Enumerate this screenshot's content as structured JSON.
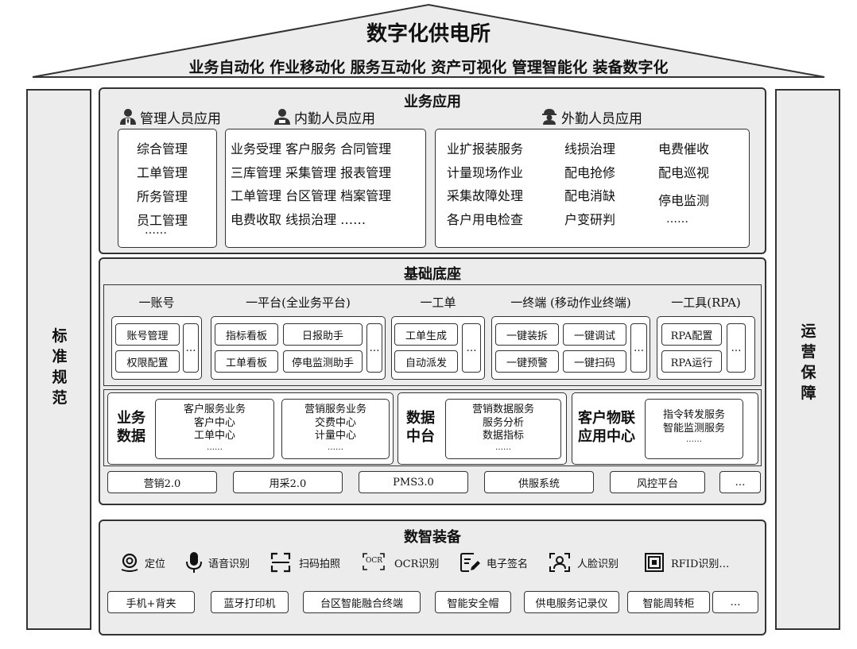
{
  "title": "数字化供电所",
  "subtitle": "业务自动化 作业移动化 服务互动化 资产可视化 管理智能化 装备数字化",
  "left_pillar": "标准规范",
  "right_pillar": "运营保障",
  "business": {
    "title": "业务应用",
    "manager": {
      "title": "管理人员应用",
      "items": [
        "综合管理",
        "工单管理",
        "所务管理",
        "员工管理",
        "……"
      ]
    },
    "inner": {
      "title": "内勤人员应用",
      "items": [
        "业务受理 客户服务 合同管理",
        "三库管理 采集管理 报表管理",
        "工单管理 台区管理 档案管理",
        "电费收取 线损治理 ……"
      ]
    },
    "field": {
      "title": "外勤人员应用",
      "col1": [
        "业扩报装服务",
        "计量现场作业",
        "采集故障处理",
        "各户用电检查"
      ],
      "col2": [
        "线损治理",
        "配电抢修",
        "配电消缺",
        "户变研判"
      ],
      "col3": [
        "电费催收",
        "配电巡视",
        "停电监测",
        "……"
      ]
    }
  },
  "foundation": {
    "title": "基础底座",
    "groups": {
      "account": {
        "title": "一账号",
        "items": [
          "账号管理",
          "权限配置"
        ],
        "more": "…"
      },
      "platform": {
        "title": "一平台(全业务平台)",
        "items": [
          "指标看板",
          "日报助手",
          "工单看板",
          "停电监测助手"
        ],
        "more": "…"
      },
      "workorder": {
        "title": "一工单",
        "items": [
          "工单生成",
          "自动派发"
        ],
        "more": "…"
      },
      "terminal": {
        "title": "一终端 (移动作业终端)",
        "items": [
          "一键装拆",
          "一键调试",
          "一键预警",
          "一键扫码"
        ],
        "more": "…"
      },
      "tool": {
        "title": "一工具(RPA)",
        "items": [
          "RPA配置",
          "RPA运行"
        ],
        "more": "…"
      }
    },
    "biz_data": {
      "label": [
        "业务",
        "数据"
      ],
      "box1": [
        "客户服务业务",
        "客户中心",
        "工单中心",
        "……"
      ],
      "box2": [
        "营销服务业务",
        "交费中心",
        "计量中心",
        "……"
      ]
    },
    "data_center": {
      "label": [
        "数据",
        "中台"
      ],
      "box": [
        "营销数据服务",
        "服务分析",
        "数据指标",
        "……"
      ]
    },
    "iot": {
      "label": [
        "客户物联",
        "应用中心"
      ],
      "box": [
        "指令转发服务",
        "智能监测服务",
        "……"
      ]
    },
    "systems": [
      "营销2.0",
      "用采2.0",
      "PMS3.0",
      "供服系统",
      "风控平台",
      "…"
    ]
  },
  "equipment": {
    "title": "数智装备",
    "features": [
      {
        "icon": "location-icon",
        "label": "定位"
      },
      {
        "icon": "microphone-icon",
        "label": "语音识别"
      },
      {
        "icon": "scan-icon",
        "label": "扫码拍照"
      },
      {
        "icon": "ocr-icon",
        "label": "OCR识别",
        "icon_text": "OCR"
      },
      {
        "icon": "signature-icon",
        "label": "电子签名"
      },
      {
        "icon": "face-icon",
        "label": "人脸识别"
      },
      {
        "icon": "rfid-icon",
        "label": "RFID识别…"
      }
    ],
    "devices": [
      "手机+背夹",
      "蓝牙打印机",
      "台区智能融合终端",
      "智能安全帽",
      "供电服务记录仪",
      "智能周转柜",
      "…"
    ]
  }
}
